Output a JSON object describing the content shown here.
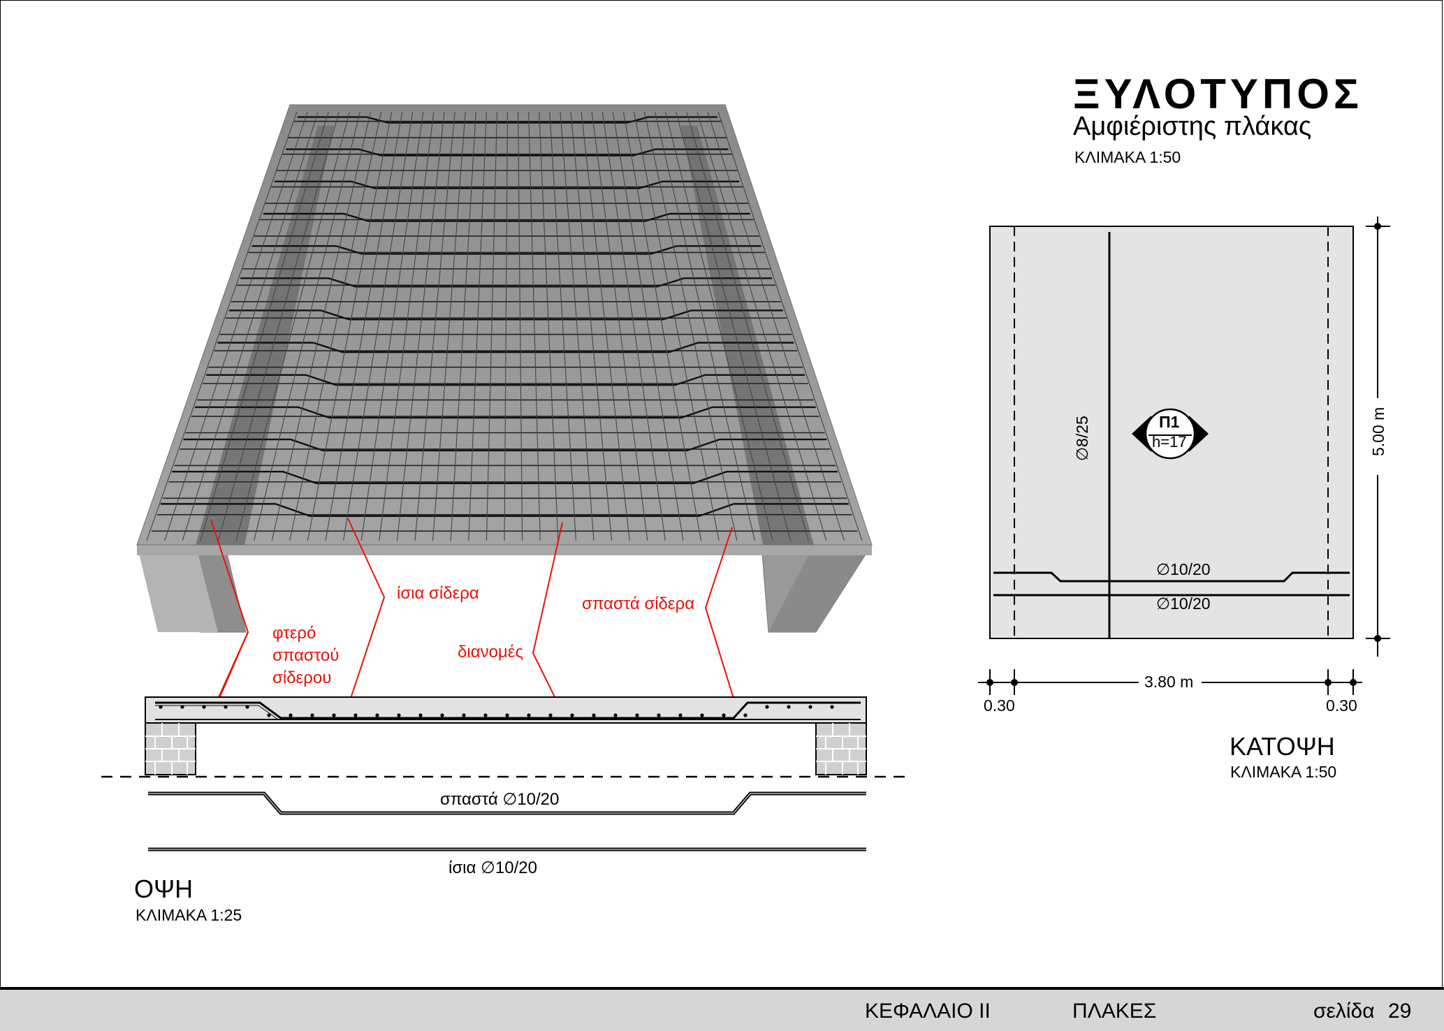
{
  "title": {
    "main": "ΞΥΛΟΤΥΠΟΣ",
    "subtitle": "Αμφιέριστης πλάκας",
    "scale": "ΚΛΙΜΑΚΑ 1:50"
  },
  "isometric": {
    "annotations": {
      "wing": [
        "φτερό",
        "σπαστού",
        "σίδερου"
      ],
      "straight": "ίσια σίδερα",
      "distribution": "διανομές",
      "bent": "σπαστά σίδερα"
    },
    "annotation_color": "#e8120c"
  },
  "elevation": {
    "title": "ΟΨΗ",
    "scale": "ΚΛΙΜΑΚΑ 1:25",
    "bent_bar_label": "σπαστά ∅10/20",
    "straight_bar_label": "ίσια ∅10/20"
  },
  "plan": {
    "title": "ΚΑΤΟΨΗ",
    "scale": "ΚΛΙΜΑΚΑ 1:50",
    "slab_id": "Π1",
    "slab_thickness": "h=17",
    "distribution_bar": "∅8/25",
    "bar_upper": "∅10/20",
    "bar_lower": "∅10/20",
    "dim_height": "5.00 m",
    "dim_width": "3.80 m",
    "dim_support_left": "0.30",
    "dim_support_right": "0.30",
    "fill_color": "#e4e4e4"
  },
  "footer": {
    "chapter": "ΚΕΦΑΛΑΙΟ    II",
    "topic": "ΠΛΑΚΕΣ",
    "page_label": "σελίδα",
    "page_number": "29"
  }
}
